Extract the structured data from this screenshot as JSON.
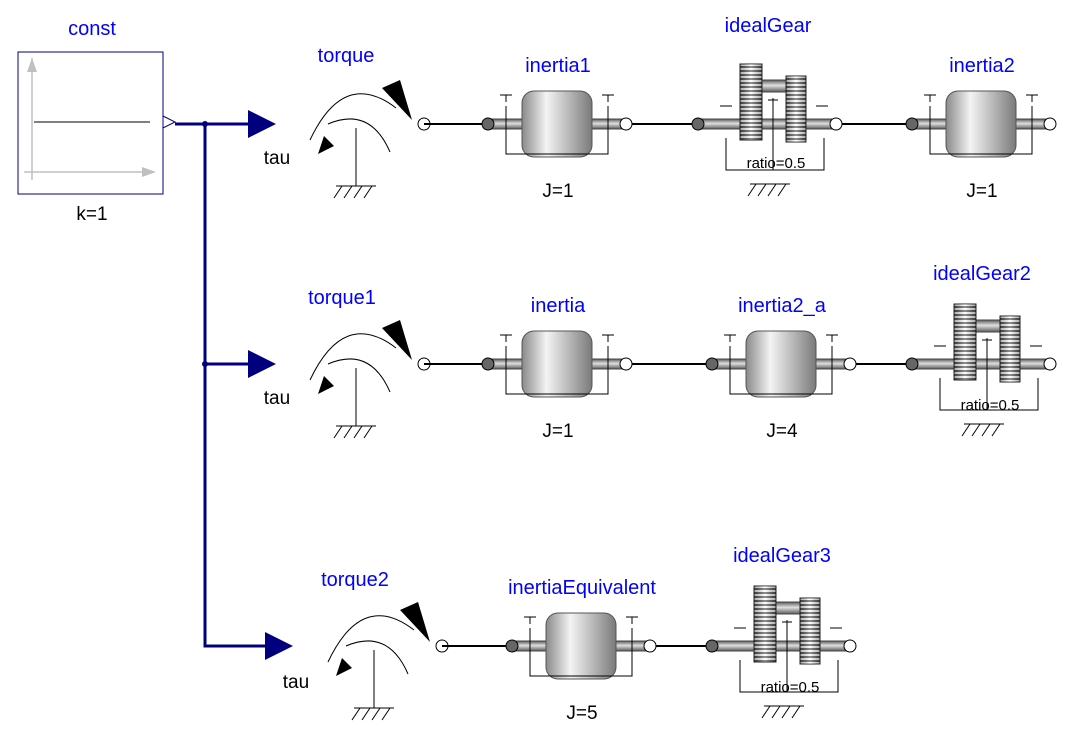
{
  "colors": {
    "signal": "#00007f",
    "name": "#0000ff",
    "line": "#000000"
  },
  "source": {
    "name": "const",
    "param": "k=1"
  },
  "torques": [
    {
      "name": "torque",
      "input_label": "tau"
    },
    {
      "name": "torque1",
      "input_label": "tau"
    },
    {
      "name": "torque2",
      "input_label": "tau"
    }
  ],
  "inertias": [
    {
      "name": "inertia1",
      "param": "J=1"
    },
    {
      "name": "inertia2",
      "param": "J=1"
    },
    {
      "name": "inertia",
      "param": "J=1"
    },
    {
      "name": "inertia2_a",
      "param": "J=4"
    },
    {
      "name": "inertiaEquivalent",
      "param": "J=5"
    }
  ],
  "gears": [
    {
      "name": "idealGear",
      "param": "ratio=0.5"
    },
    {
      "name": "idealGear2",
      "param": "ratio=0.5"
    },
    {
      "name": "idealGear3",
      "param": "ratio=0.5"
    }
  ]
}
